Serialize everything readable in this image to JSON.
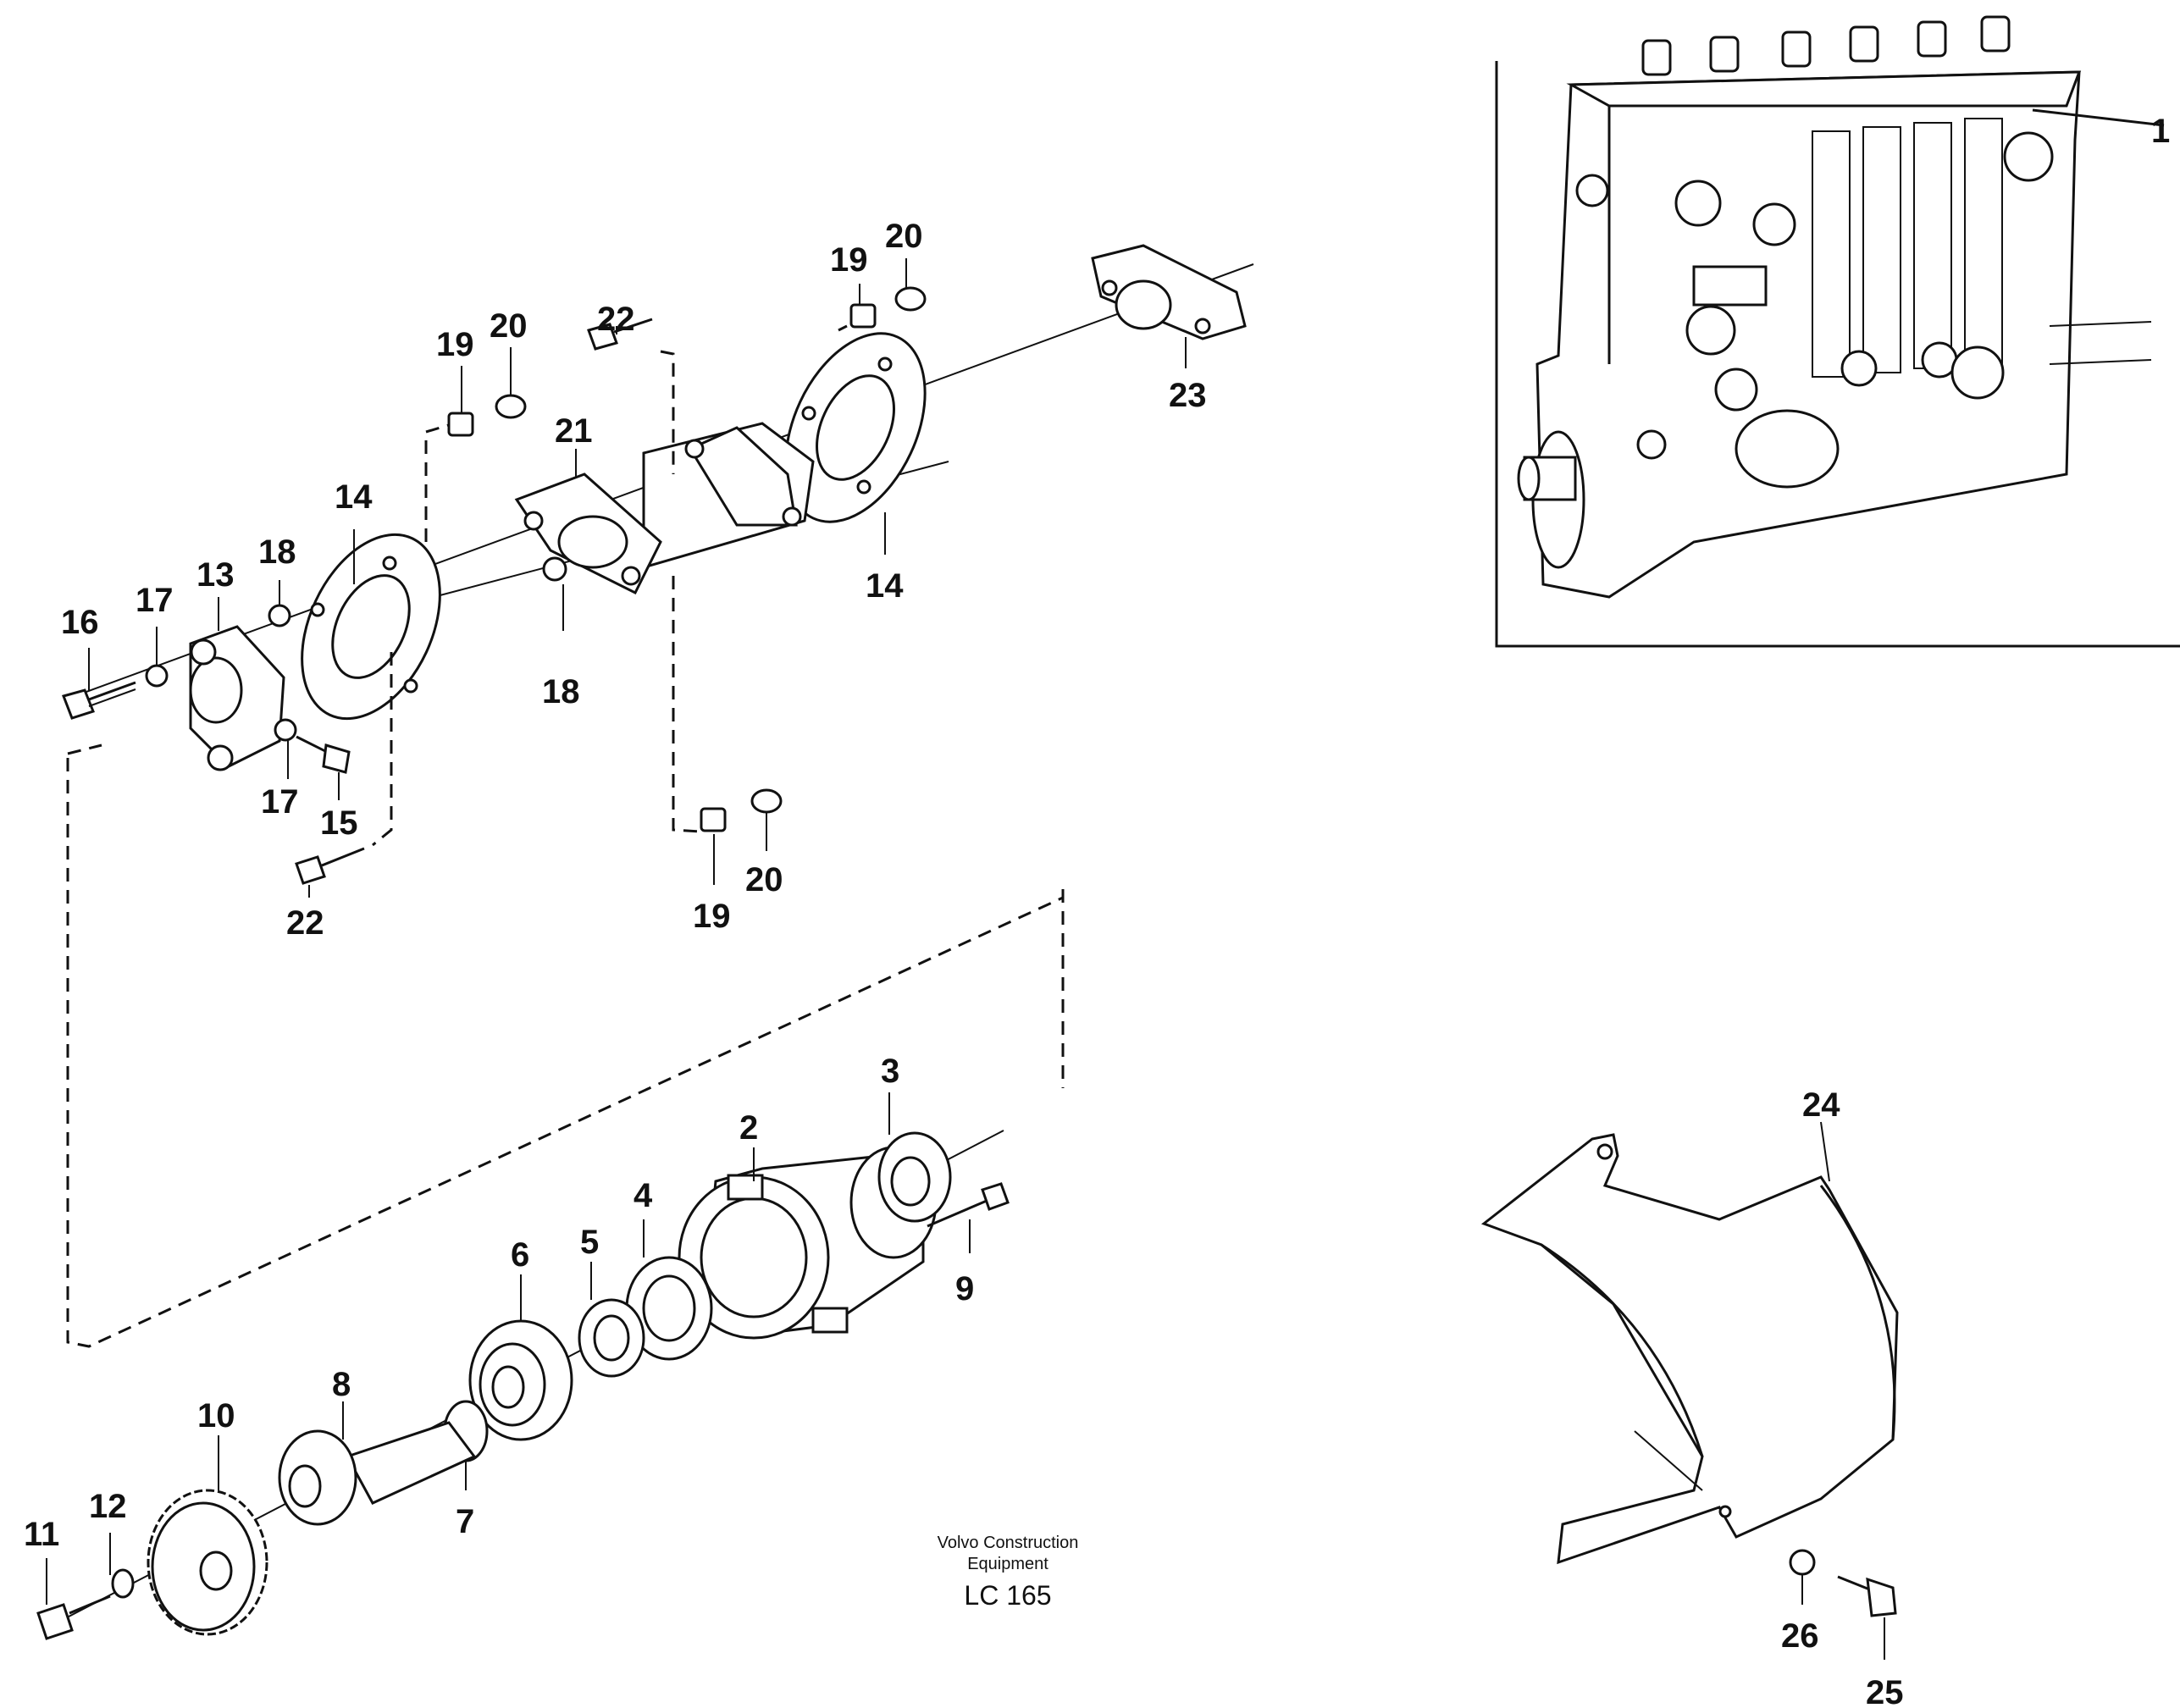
{
  "caption": {
    "line1": "Volvo Construction",
    "line2": "Equipment",
    "code": "LC 165"
  },
  "labels": {
    "p1": "1",
    "p2": "2",
    "p3": "3",
    "p4": "4",
    "p5": "5",
    "p6": "6",
    "p7": "7",
    "p8": "8",
    "p9": "9",
    "p10": "10",
    "p11": "11",
    "p12": "12",
    "p13": "13",
    "p14a": "14",
    "p14b": "14",
    "p15": "15",
    "p16": "16",
    "p17a": "17",
    "p17b": "17",
    "p18a": "18",
    "p18b": "18",
    "p19a": "19",
    "p19b": "19",
    "p19c": "19",
    "p20a": "20",
    "p20b": "20",
    "p20c": "20",
    "p21": "21",
    "p22a": "22",
    "p22b": "22",
    "p23": "23",
    "p24": "24",
    "p25": "25",
    "p26": "26"
  }
}
